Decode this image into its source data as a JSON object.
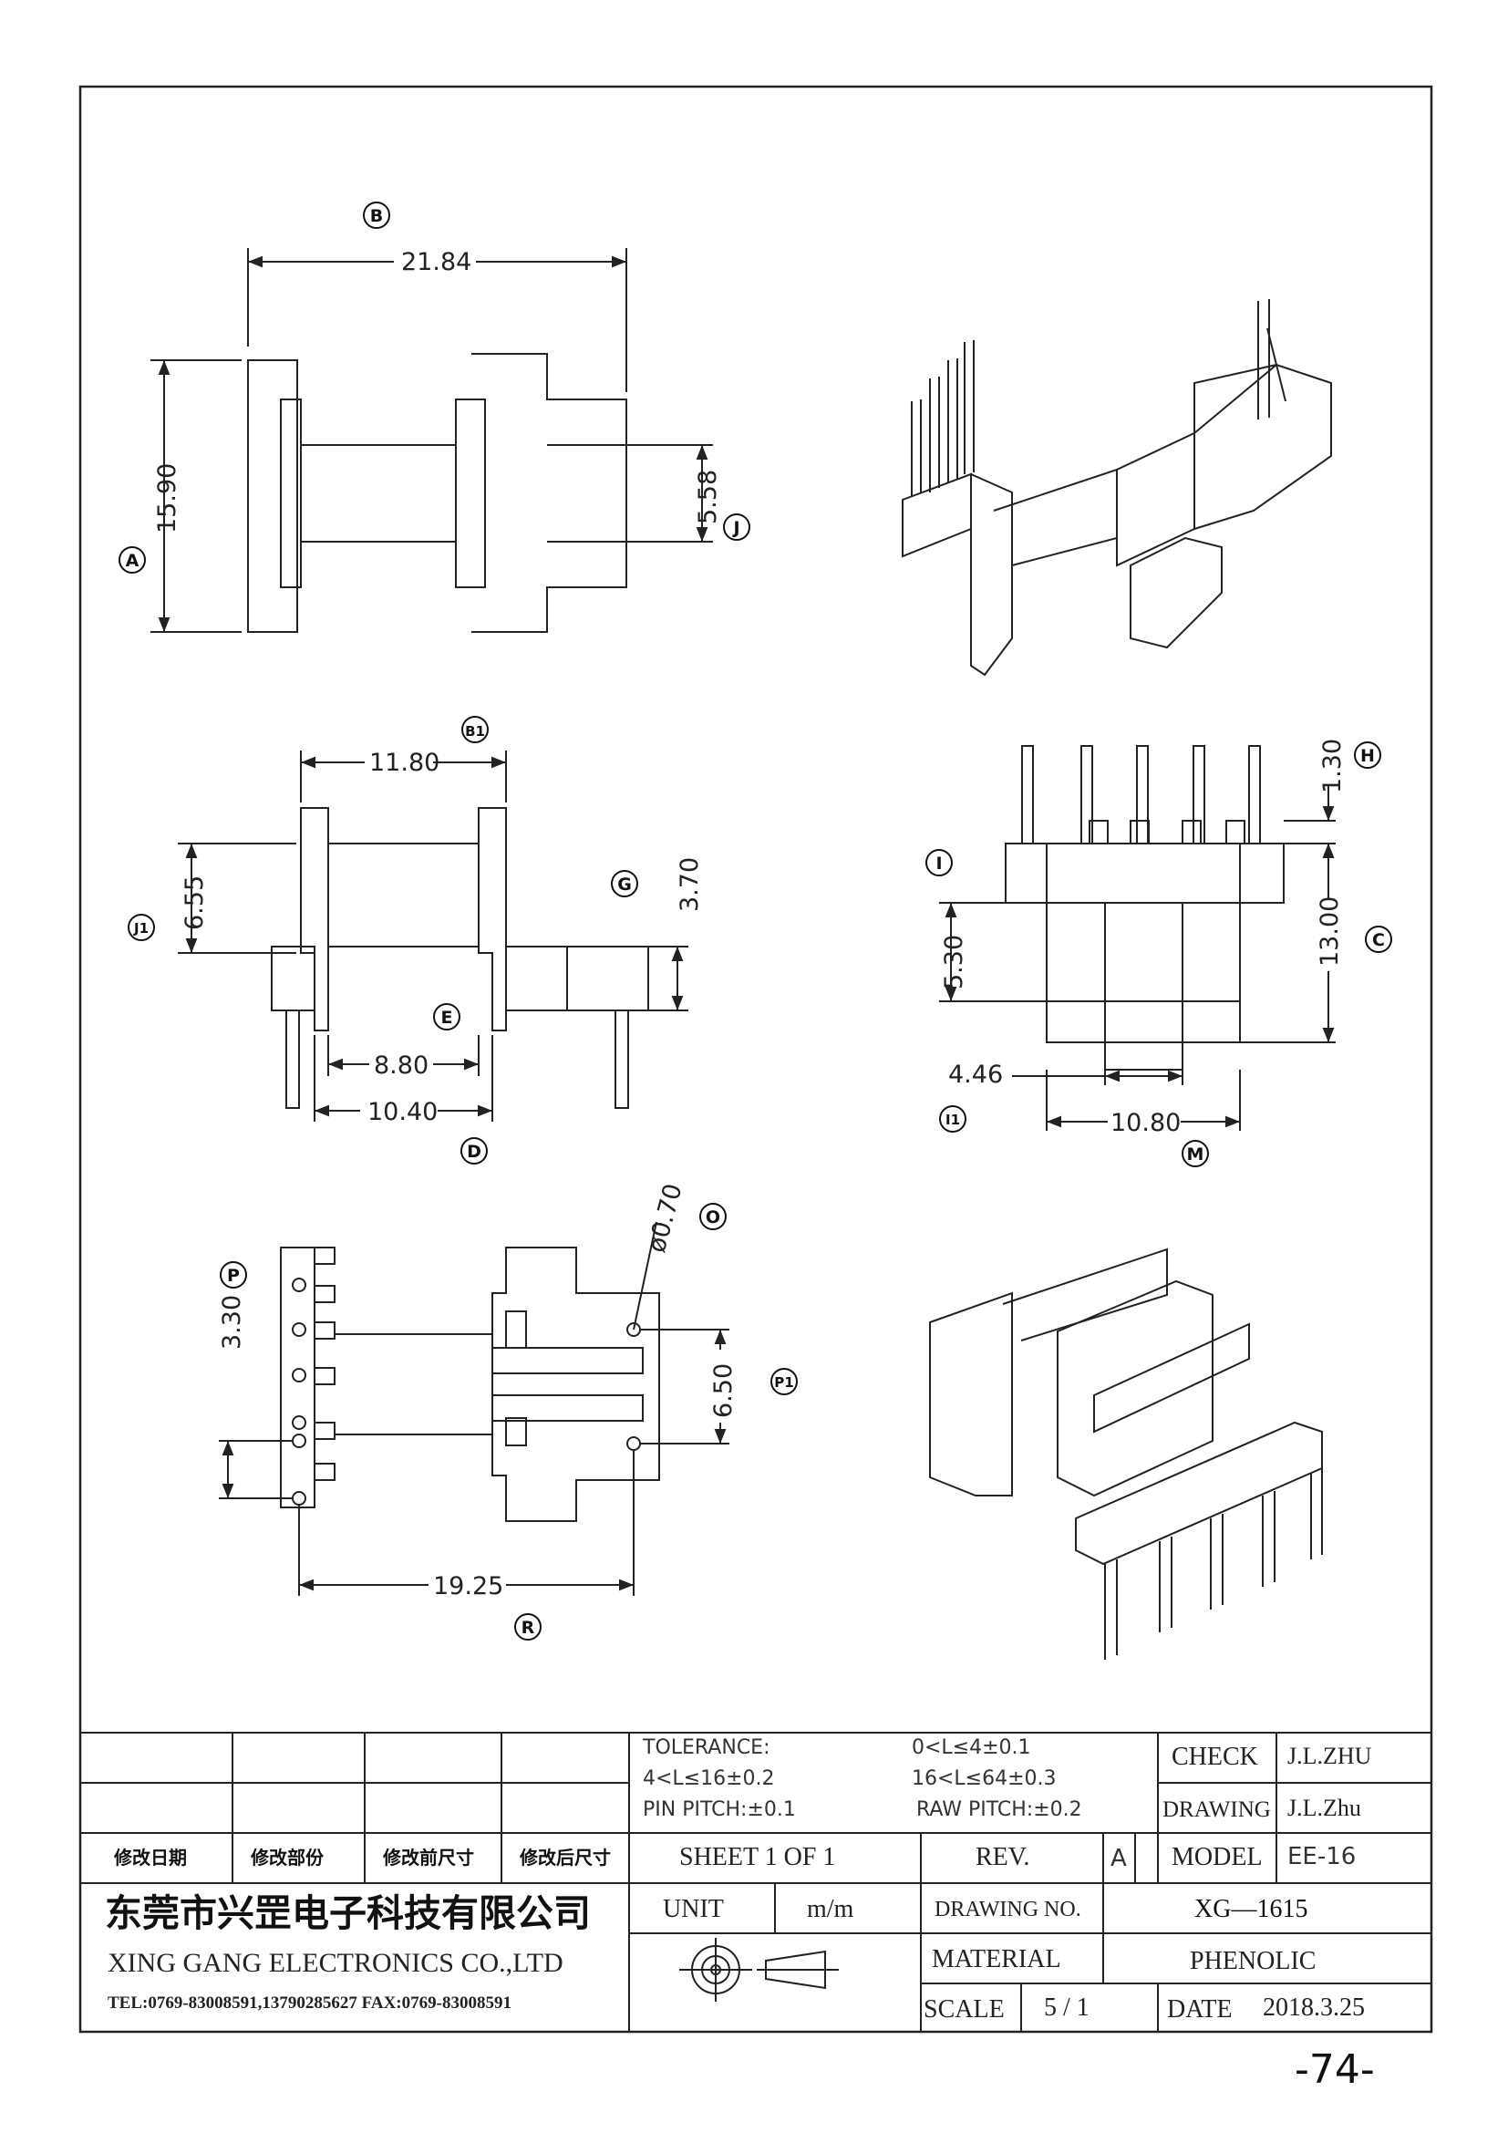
{
  "dimensions": {
    "b": "21.84",
    "a": "15.90",
    "j": "5.58",
    "b1": "11.80",
    "j1": "6.55",
    "g": "3.70",
    "e": "8.80",
    "d": "10.40",
    "h": "1.30",
    "c": "13.00",
    "i": "5.30",
    "i1": "4.46",
    "m": "10.80",
    "o": "ø0.70",
    "p": "3.30",
    "p1": "6.50",
    "r": "19.25"
  },
  "labels": {
    "B": "B",
    "A": "A",
    "J": "J",
    "B1": "B1",
    "J1": "J1",
    "G": "G",
    "E": "E",
    "D": "D",
    "H": "H",
    "I": "I",
    "C": "C",
    "I1": "I1",
    "M": "M",
    "O": "O",
    "P": "P",
    "P1": "P1",
    "R": "R"
  },
  "title_block": {
    "tolerance_label": "TOLERANCE:",
    "tol_1": "0<L≤4±0.1",
    "tol_2": "4<L≤16±0.2",
    "tol_3": "16<L≤64±0.3",
    "pin_pitch": "PIN PITCH:±0.1",
    "raw_pitch": "RAW PITCH:±0.2",
    "check_label": "CHECK",
    "check_value": "J.L.ZHU",
    "drawing_label": "DRAWING",
    "drawing_value": "J.L.Zhu",
    "rev_date": "修改日期",
    "rev_part": "修改部份",
    "rev_before": "修改前尺寸",
    "rev_after": "修改后尺寸",
    "sheet": "SHEET 1 OF 1",
    "rev_label": "REV.",
    "rev_value": "A",
    "model_label": "MODEL",
    "model_value": "EE-16",
    "company_cn": "东莞市兴罡电子科技有限公司",
    "company_en": "XING GANG ELECTRONICS CO.,LTD",
    "contact": "TEL:0769-83008591,13790285627 FAX:0769-83008591",
    "unit_label": "UNIT",
    "unit_value": "m/m",
    "drawing_no_label": "DRAWING NO.",
    "drawing_no_value": "XG—1615",
    "material_label": "MATERIAL",
    "material_value": "PHENOLIC",
    "scale_label": "SCALE",
    "scale_value": "5 / 1",
    "date_label": "DATE",
    "date_value": "2018.3.25"
  },
  "page_number": "-74-"
}
